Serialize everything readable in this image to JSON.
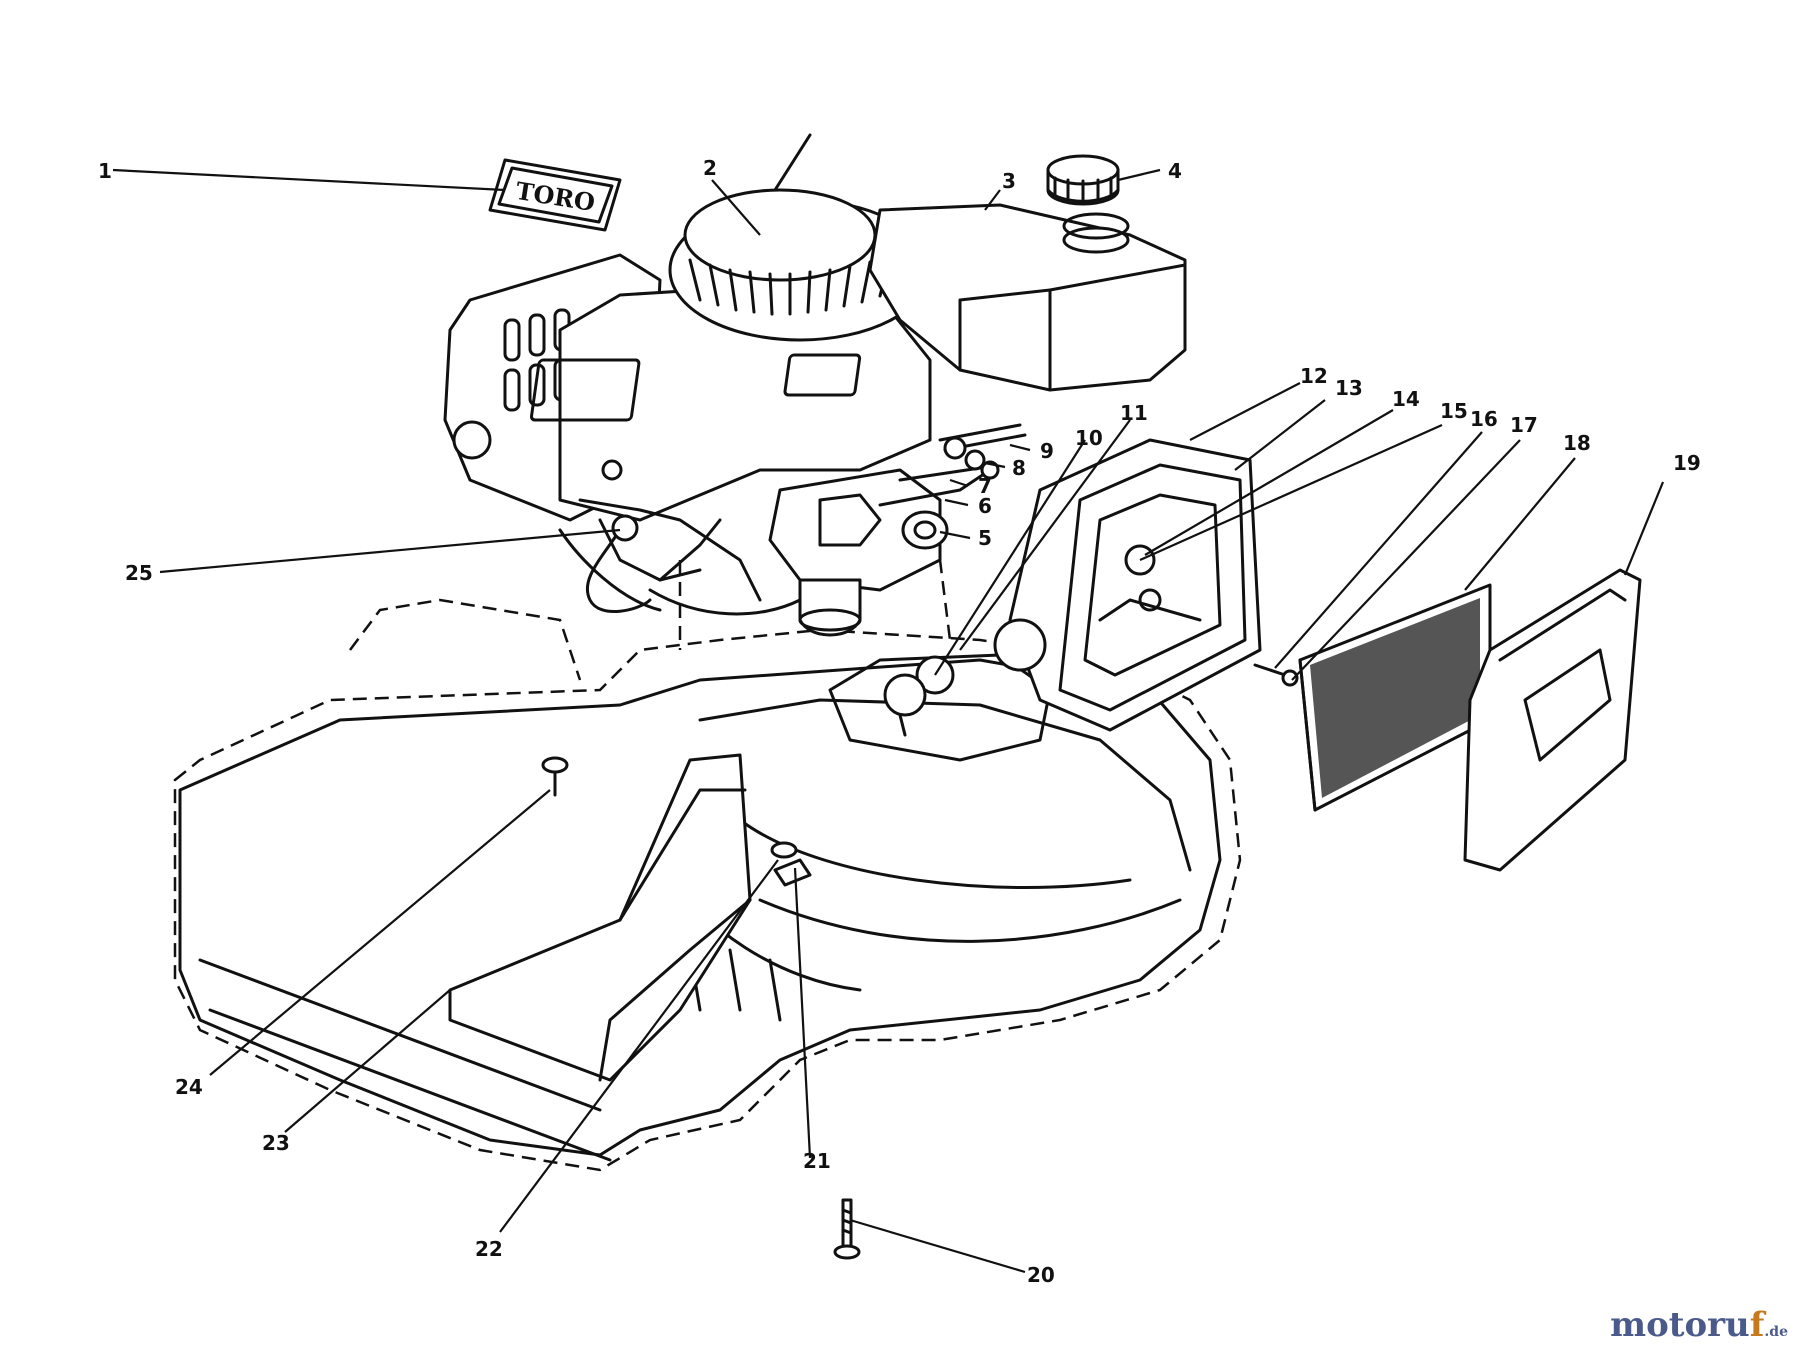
{
  "diagram": {
    "logo_text": "TORO",
    "callouts": [
      {
        "id": "1",
        "label": "1"
      },
      {
        "id": "2",
        "label": "2"
      },
      {
        "id": "3",
        "label": "3"
      },
      {
        "id": "4",
        "label": "4"
      },
      {
        "id": "5",
        "label": "5"
      },
      {
        "id": "6",
        "label": "6"
      },
      {
        "id": "7",
        "label": "7"
      },
      {
        "id": "8",
        "label": "8"
      },
      {
        "id": "9",
        "label": "9"
      },
      {
        "id": "10",
        "label": "10"
      },
      {
        "id": "11",
        "label": "11"
      },
      {
        "id": "12",
        "label": "12"
      },
      {
        "id": "13",
        "label": "13"
      },
      {
        "id": "14",
        "label": "14"
      },
      {
        "id": "15",
        "label": "15"
      },
      {
        "id": "16",
        "label": "16"
      },
      {
        "id": "17",
        "label": "17"
      },
      {
        "id": "18",
        "label": "18"
      },
      {
        "id": "19",
        "label": "19"
      },
      {
        "id": "20",
        "label": "20"
      },
      {
        "id": "21",
        "label": "21"
      },
      {
        "id": "22",
        "label": "22"
      },
      {
        "id": "23",
        "label": "23"
      },
      {
        "id": "24",
        "label": "24"
      },
      {
        "id": "25",
        "label": "25"
      }
    ]
  },
  "watermark": {
    "brand_main": "motoru",
    "brand_accent": "f",
    "brand_suffix": ".de"
  }
}
